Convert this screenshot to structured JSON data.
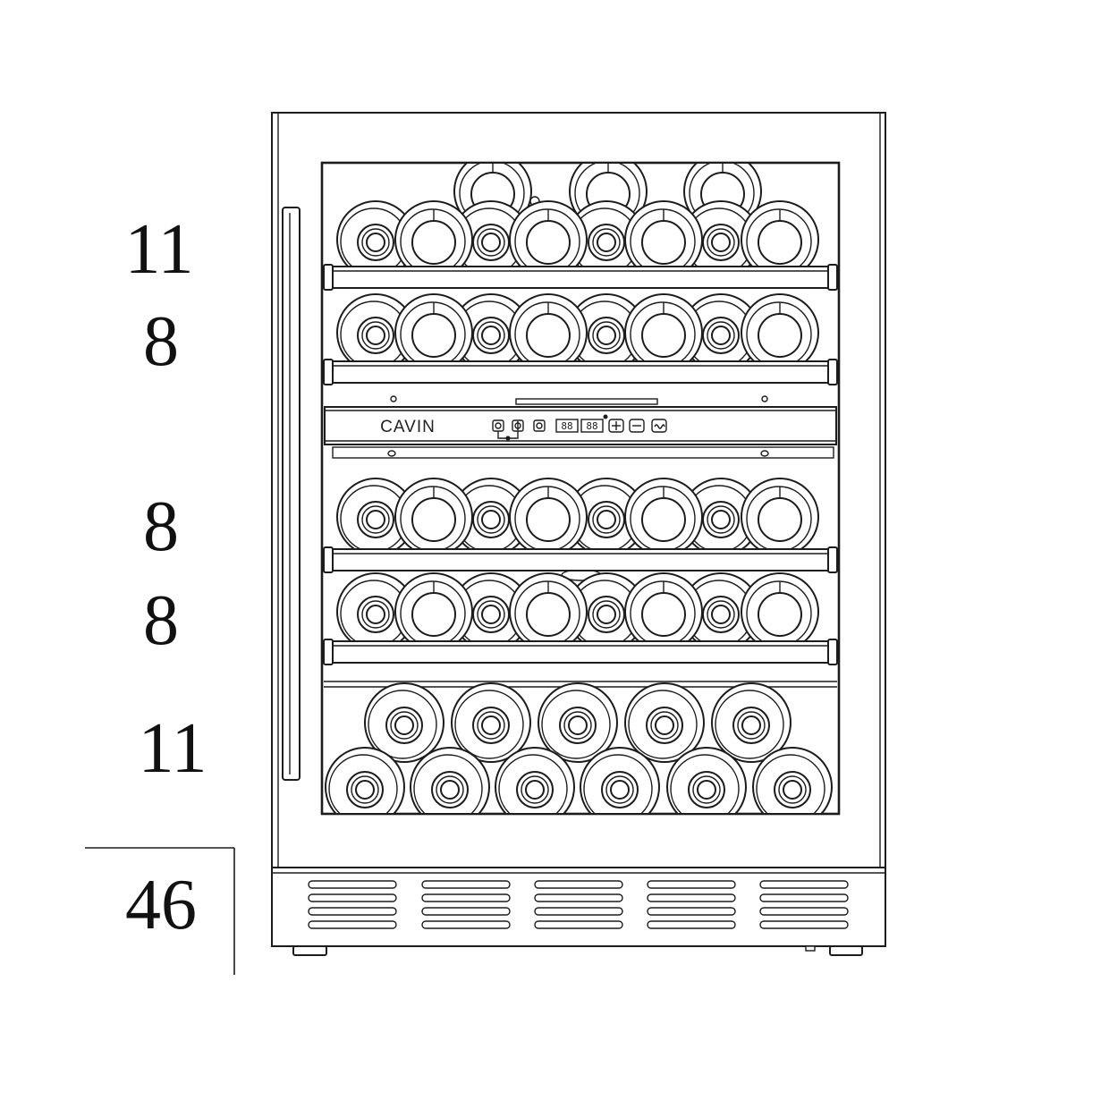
{
  "brand": "CAVIN",
  "shelf_counts": [
    "11",
    "8",
    "8",
    "8",
    "11"
  ],
  "total": "46",
  "control_panel": {
    "display_left": "88",
    "display_right": "88",
    "button_icons": [
      "power-icon",
      "light-icon",
      "zone-icon",
      "plus-icon",
      "minus-icon",
      "fan-icon"
    ]
  },
  "colors": {
    "line": "#1c1c1c",
    "background": "#ffffff"
  }
}
